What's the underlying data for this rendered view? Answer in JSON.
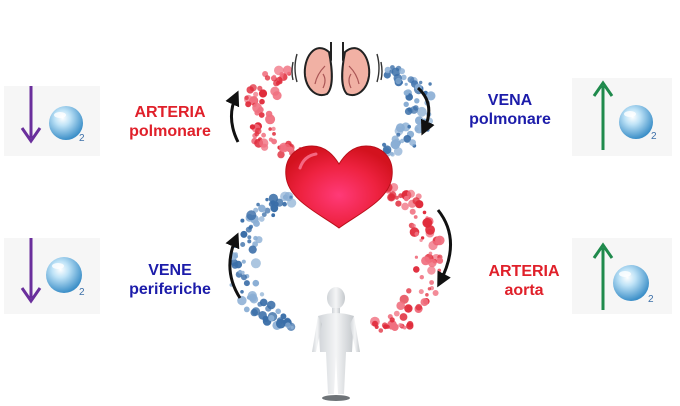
{
  "colors": {
    "arterial": "#e0202a",
    "venous": "#1c1caa",
    "o2_down_arrow": "#6a2f9c",
    "o2_up_arrow": "#1f8a4c",
    "heart": "#e8203c"
  },
  "icons": [
    "lungs-icon",
    "heart-icon",
    "human-figure-icon",
    "oxygen-bubble-icon",
    "arrow-down-icon",
    "arrow-up-icon",
    "curved-arrow-icon"
  ],
  "labels": {
    "pulmonary_artery": {
      "line1": "ARTERIA",
      "line2": "polmonare"
    },
    "pulmonary_vein": {
      "line1": "VENA",
      "line2": "polmonare"
    },
    "peripheral_veins": {
      "line1": "VENE",
      "line2": "periferiche"
    },
    "aorta": {
      "line1": "ARTERIA",
      "line2": "aorta"
    }
  },
  "oxygen": {
    "subscript": "2"
  }
}
